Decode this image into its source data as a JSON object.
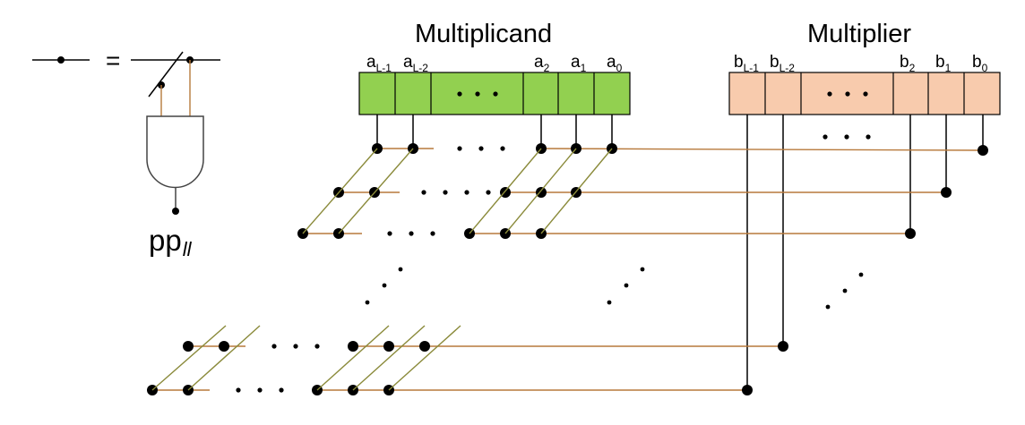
{
  "multiplicand": {
    "title": "Multiplicand",
    "color": "#92d050",
    "bits": [
      {
        "base": "a",
        "sub": "L-1"
      },
      {
        "base": "a",
        "sub": "L-2"
      },
      {
        "base": "a",
        "sub": "2"
      },
      {
        "base": "a",
        "sub": "1"
      },
      {
        "base": "a",
        "sub": "0"
      }
    ]
  },
  "multiplier": {
    "title": "Multiplier",
    "color": "#f8cbad",
    "bits": [
      {
        "base": "b",
        "sub": "L-1"
      },
      {
        "base": "b",
        "sub": "L-2"
      },
      {
        "base": "b",
        "sub": "2"
      },
      {
        "base": "b",
        "sub": "1"
      },
      {
        "base": "b",
        "sub": "0"
      }
    ]
  },
  "legend": {
    "equals": "=",
    "output_base": "pp",
    "output_sub": "ll"
  },
  "colors": {
    "wire": "#b7793b",
    "diagonal": "#8a8a3a"
  }
}
